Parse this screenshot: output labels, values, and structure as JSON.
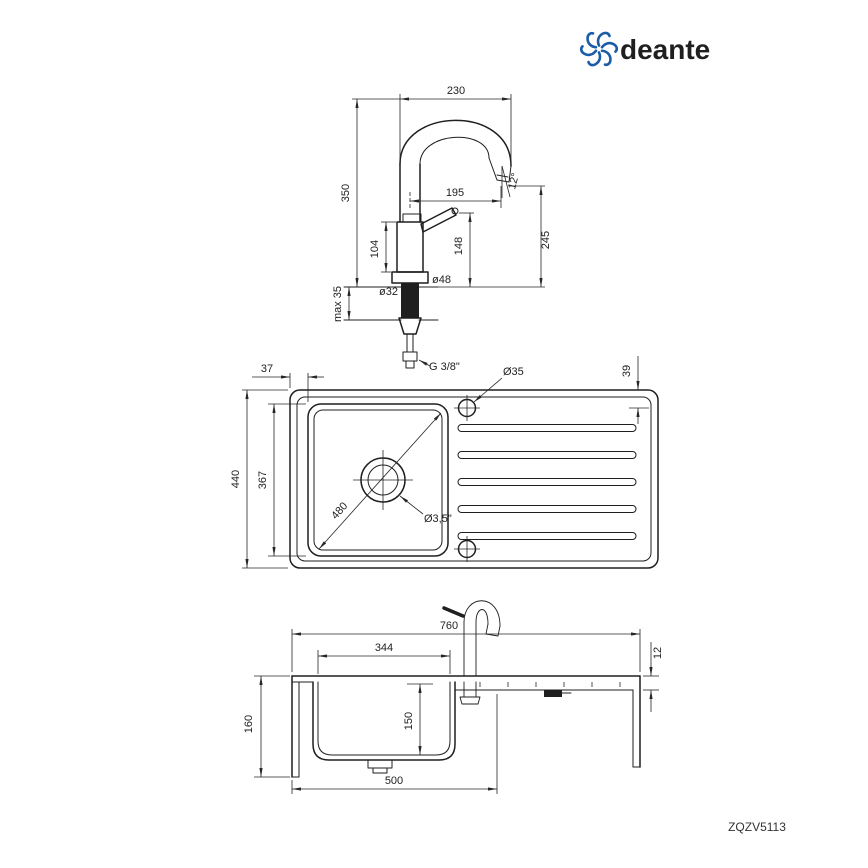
{
  "brand": {
    "name": "deante",
    "color": "#1a5ca8"
  },
  "model": "ZQZV5113",
  "drawing": {
    "line_color": "#1f1f1f"
  },
  "faucet_view": {
    "spout_offset": "230",
    "total_height": "350",
    "spout_angle": "12°",
    "spout_reach": "195",
    "spout_height": "245",
    "handle_height": "148",
    "body_height": "104",
    "shank_diameter": "ø32",
    "base_diameter": "ø48",
    "max_thickness": "max 35",
    "thread": "G 3/8\""
  },
  "top_view": {
    "edge_offset": "37",
    "hole_offset": "39",
    "hole_diameter": "Ø35",
    "depth": "440",
    "bowl_size": "367",
    "bowl_diagonal": "480",
    "drain_diameter": "Ø3,5\""
  },
  "section_view": {
    "width": "760",
    "bowl_width": "344",
    "rim_height": "12",
    "bowl_outer_depth": "160",
    "bowl_inner_depth": "150",
    "cabinet_width": "500"
  }
}
